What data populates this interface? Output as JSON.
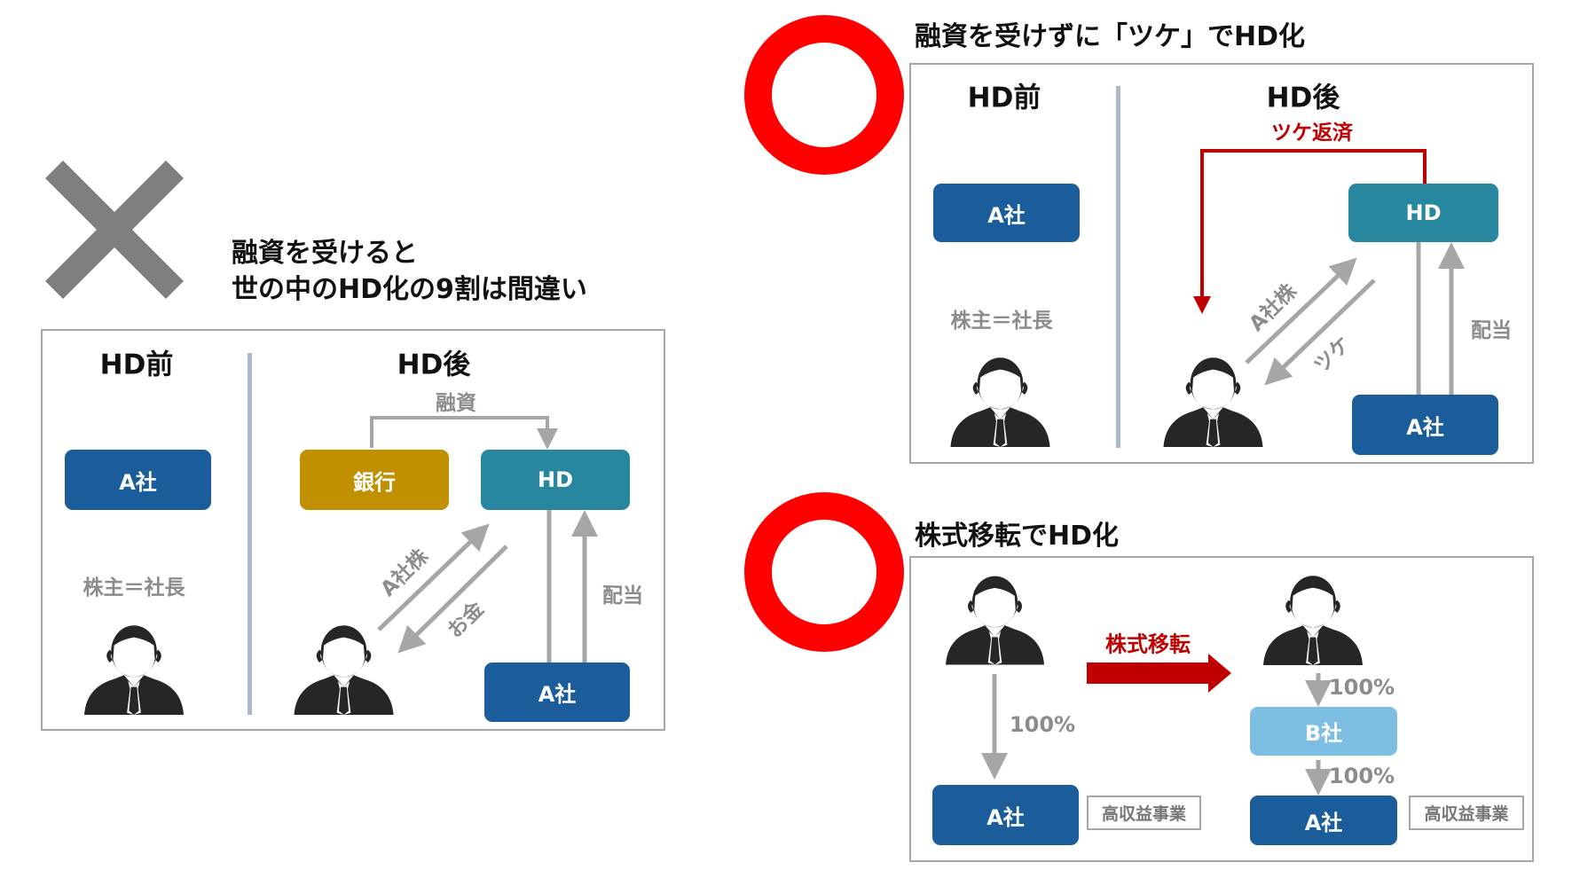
{
  "left": {
    "title_line1": "融資を受けると",
    "title_line2": "世の中のHD化の9割は間違い",
    "mark": "cross-icon",
    "before_label": "HD前",
    "after_label": "HD後",
    "company_a": "A社",
    "shareholder": "株主＝社長",
    "loan_label": "融資",
    "bank": "銀行",
    "hd": "HD",
    "company_a_after": "A社",
    "dividend": "配当",
    "shares_label": "A社株",
    "money_label": "お金"
  },
  "top_right": {
    "title": "融資を受けずに「ツケ」でHD化",
    "mark": "circle-icon",
    "before_label": "HD前",
    "after_label": "HD後",
    "company_a": "A社",
    "shareholder": "株主＝社長",
    "repay_label": "ツケ返済",
    "hd": "HD",
    "company_a_after": "A社",
    "dividend": "配当",
    "shares_label": "A社株",
    "credit_label": "ツケ"
  },
  "bottom_right": {
    "title": "株式移転でHD化",
    "mark": "circle-icon",
    "pct_before": "100%",
    "company_a": "A社",
    "business": "高収益事業",
    "transfer_label": "株式移転",
    "pct_b": "100%",
    "company_b": "B社",
    "pct_a": "100%",
    "company_a_after": "A社",
    "business_after": "高収益事業"
  },
  "colors": {
    "navy": "#1b5c9b",
    "teal": "#26879e",
    "gold": "#c09000",
    "light_blue": "#7dbee3",
    "red": "#c00000",
    "circle": "#ff0000",
    "gray": "#a6a6a6"
  }
}
